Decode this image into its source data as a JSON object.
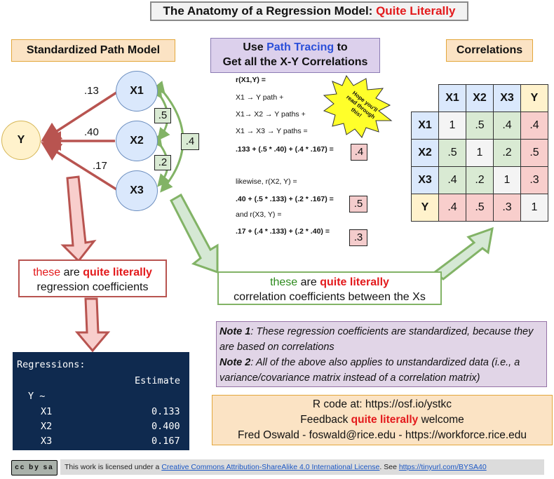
{
  "title": {
    "prefix": "The Anatomy of a Regression Model: ",
    "highlight": "Quite Literally"
  },
  "headers": {
    "path_model": "Standardized Path Model",
    "path_tracing": {
      "line1_pre": "Use ",
      "line1_highlight": "Path Tracing",
      "line1_post": " to",
      "line2": "Get all the X-Y Correlations"
    },
    "correlations": "Correlations"
  },
  "nodes": {
    "y": "Y",
    "x1": "X1",
    "x2": "X2",
    "x3": "X3"
  },
  "path_coefficients": {
    "x1": ".13",
    "x2": ".40",
    "x3": ".17"
  },
  "x_correlations": {
    "x1x2": ".5",
    "x2x3": ".2",
    "x1x3": ".4"
  },
  "calculations": {
    "r1_label": "r(X1,Y) =",
    "line1": "X1 → Y path +",
    "line2": "X1→ X2 → Y paths +",
    "line3": "X1 → X3 → Y paths =",
    "eq1": ".133 + (.5 * .40) + (.4 * .167) =",
    "res1": ".4",
    "likewise": "likewise, r(X2, Y) =",
    "eq2": ".40 + (.5 * .133) + (.2 * .167) =",
    "res2": ".5",
    "and_r3": "and r(X3, Y) =",
    "eq3": ".17 + (.4 * .133) + (.2 * .40) =",
    "res3": ".3"
  },
  "starburst": {
    "line1": "Hope you'll",
    "line2": "read through",
    "line3": "this!"
  },
  "matrix": {
    "headers": [
      "X1",
      "X2",
      "X3",
      "Y"
    ],
    "rows": [
      {
        "label": "X1",
        "cells": [
          "1",
          ".5",
          ".4",
          ".4"
        ]
      },
      {
        "label": "X2",
        "cells": [
          ".5",
          "1",
          ".2",
          ".5"
        ]
      },
      {
        "label": "X3",
        "cells": [
          ".4",
          ".2",
          "1",
          ".3"
        ]
      },
      {
        "label": "Y",
        "cells": [
          ".4",
          ".5",
          ".3",
          "1"
        ]
      }
    ]
  },
  "regression_label": {
    "pre": "these",
    "mid": " are ",
    "highlight": "quite literally",
    "line2": "regression coefficients"
  },
  "correlation_label": {
    "pre": "these",
    "mid": " are ",
    "highlight": "quite literally",
    "line2": "correlation coefficients between the Xs"
  },
  "notes": {
    "note1_label": "Note 1",
    "note1_text": ": These regression coefficients are standardized, because they are based on correlations",
    "note2_label": "Note 2",
    "note2_text": ": All of the above also applies to unstandardized data (i.e., a variance/covariance matrix instead of a correlation matrix)"
  },
  "rcode": {
    "line1": "R code at: https://osf.io/ystkc",
    "line2_pre": "Feedback ",
    "line2_highlight": "quite literally",
    "line2_post": " welcome",
    "line3": "Fred Oswald - foswald@rice.edu - https://workforce.rice.edu"
  },
  "terminal": {
    "title": "Regressions:",
    "col_header": "Estimate",
    "lhs": "Y ~",
    "rows": [
      {
        "name": "X1",
        "value": "0.133"
      },
      {
        "name": "X2",
        "value": "0.400"
      },
      {
        "name": "X3",
        "value": "0.167"
      }
    ]
  },
  "license": {
    "pre": "This work is licensed under a ",
    "link": "Creative Commons Attribution-ShareAlike 4.0 International License",
    "mid": ". See ",
    "url": "https://tinyurl.com/BYSA40"
  },
  "cc_logo": "cc by sa",
  "colors": {
    "red_accent": "#e31a1c",
    "blue_accent": "#2b4fd9",
    "green_arrow": "#82b366",
    "red_arrow": "#b85450"
  }
}
